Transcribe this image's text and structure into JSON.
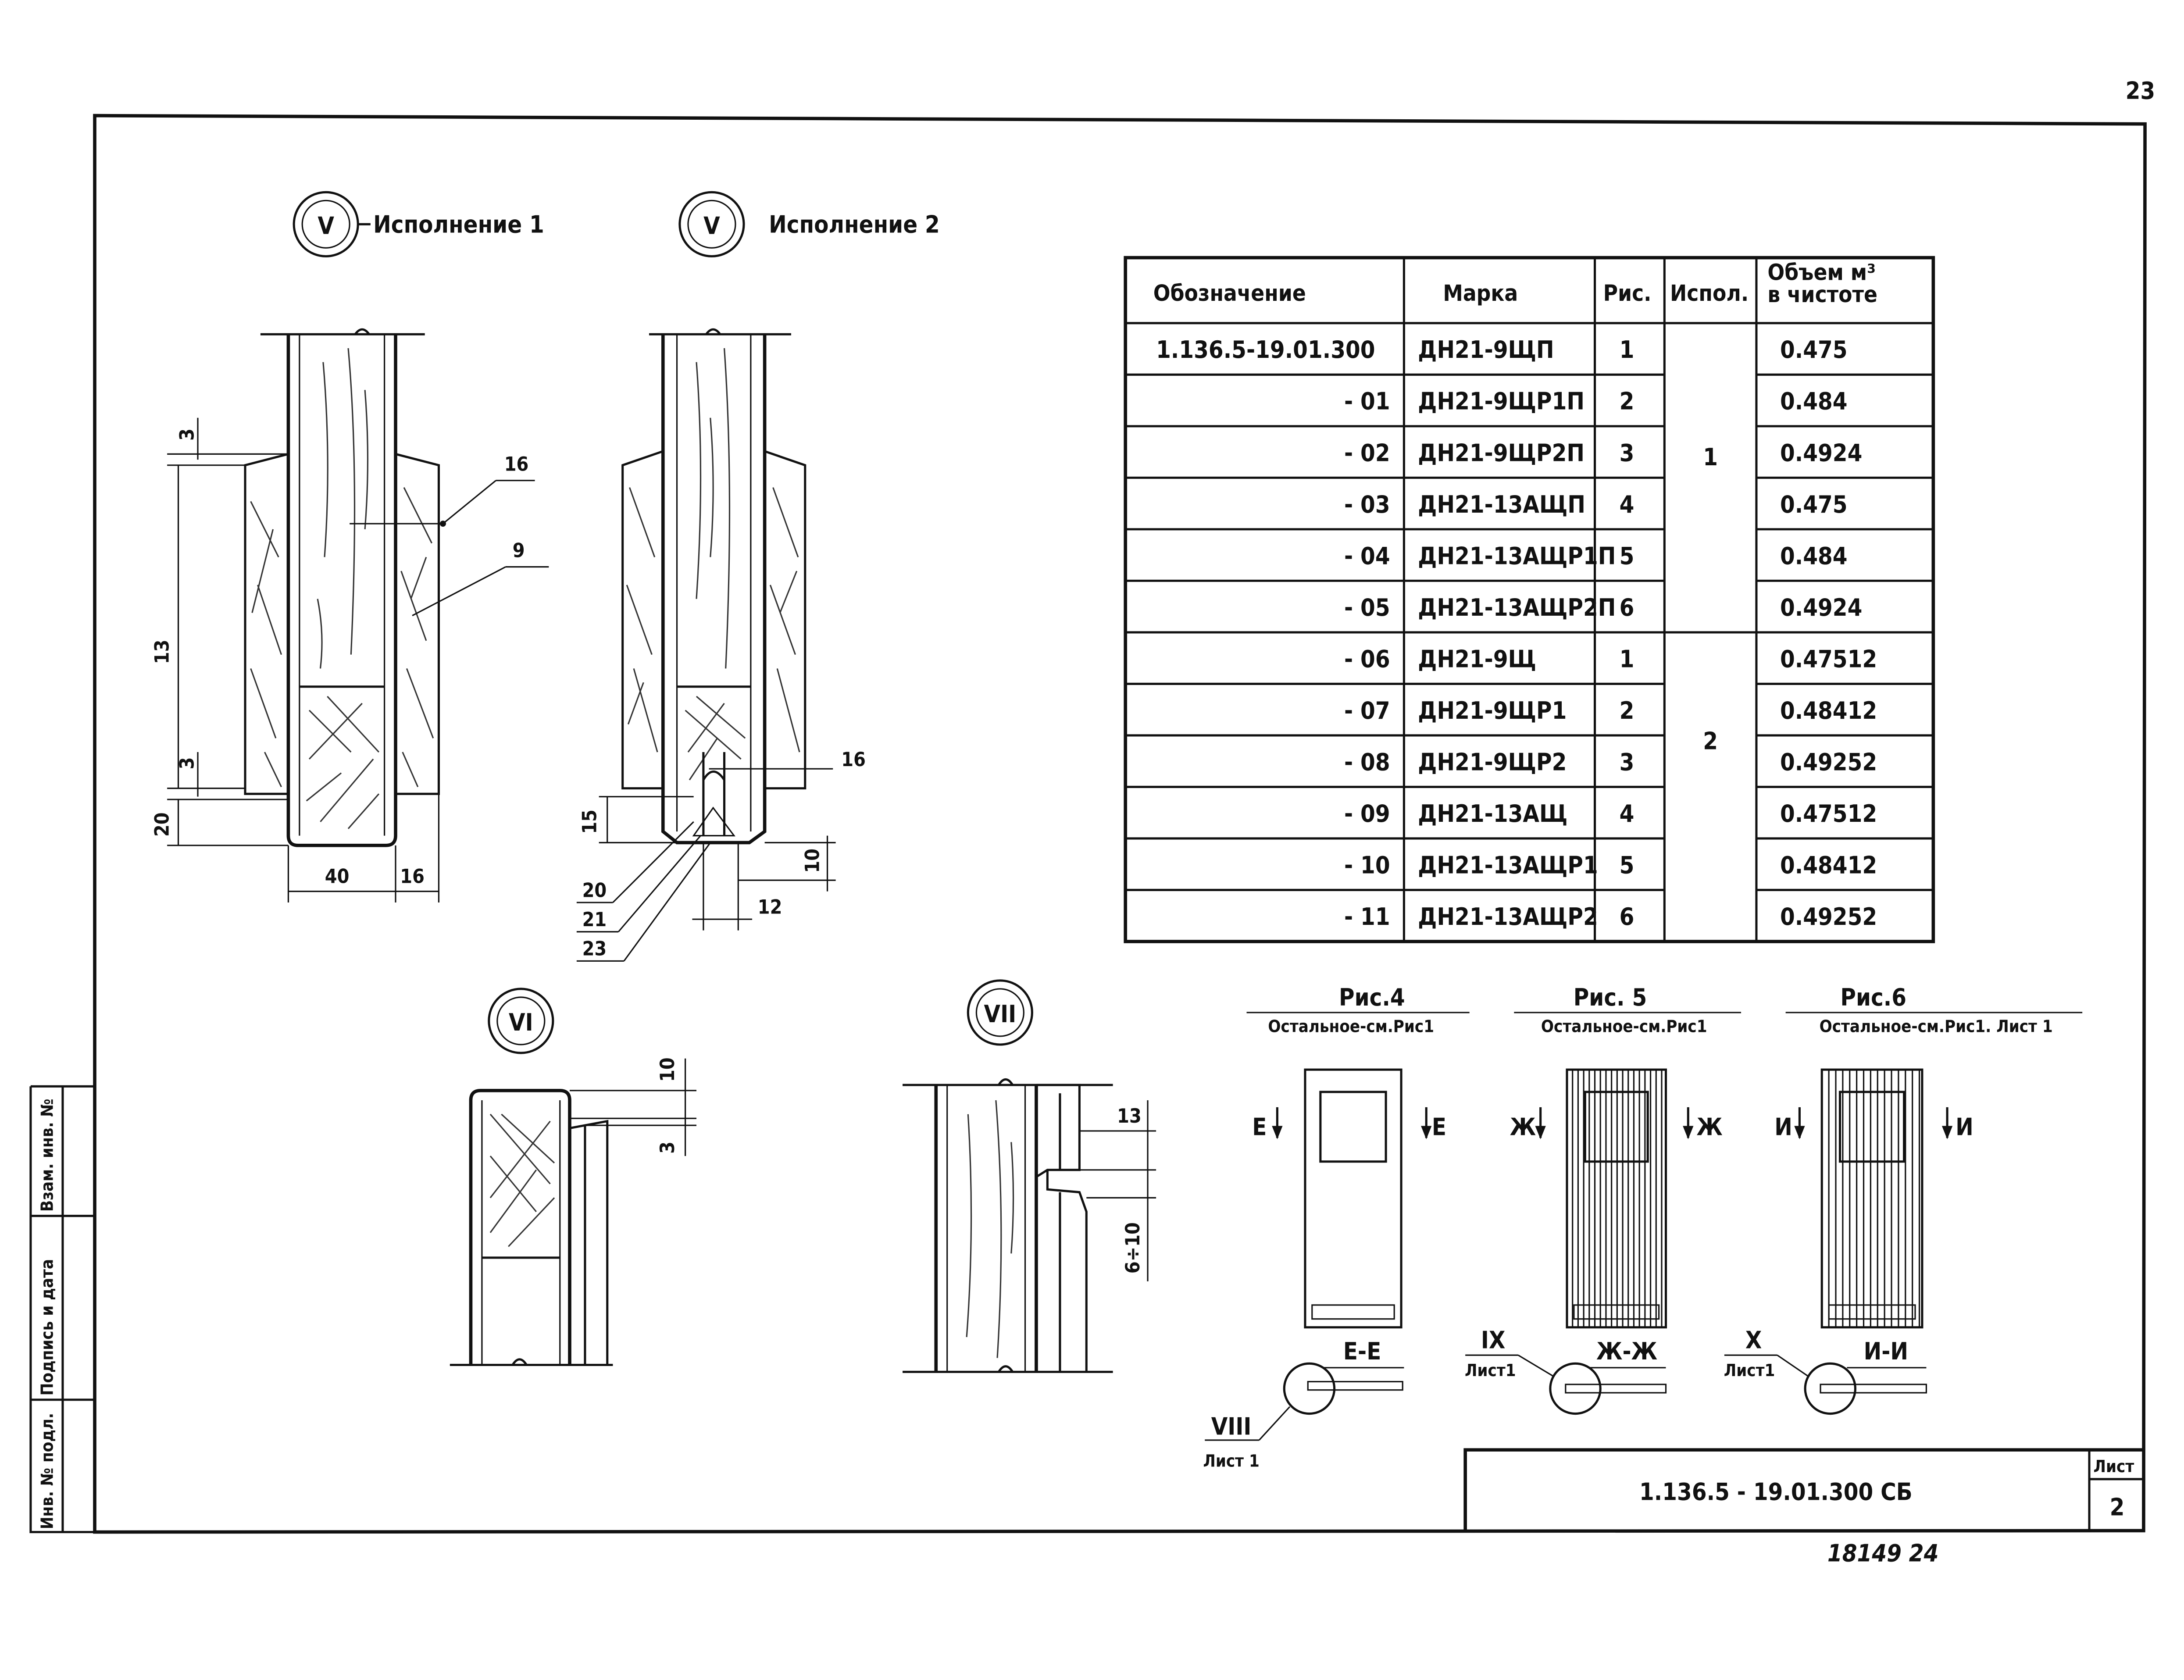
{
  "page_number": "23",
  "variant_labels": {
    "v1": {
      "roman": "V",
      "caption": "Исполнение 1"
    },
    "v2": {
      "roman": "V",
      "caption": "Исполнение 2"
    },
    "v3": {
      "roman": "VI"
    },
    "v4": {
      "roman": "VII"
    }
  },
  "table": {
    "headers": [
      "Обозначение",
      "Марка",
      "Рис.",
      "Испол.",
      "Объем м³",
      "в чистоте"
    ],
    "rows": [
      {
        "designation": "1.136.5-19.01.300",
        "mark": "ДН21-9ЩП",
        "fig": "1",
        "volume": "0.475"
      },
      {
        "designation": "- 01",
        "mark": "ДН21-9ЩР1П",
        "fig": "2",
        "volume": "0.484"
      },
      {
        "designation": "- 02",
        "mark": "ДН21-9ЩР2П",
        "fig": "3",
        "volume": "0.4924"
      },
      {
        "designation": "- 03",
        "mark": "ДН21-13АЩП",
        "fig": "4",
        "volume": "0.475"
      },
      {
        "designation": "- 04",
        "mark": "ДН21-13АЩР1П",
        "fig": "5",
        "volume": "0.484"
      },
      {
        "designation": "- 05",
        "mark": "ДН21-13АЩР2П",
        "fig": "6",
        "volume": "0.4924"
      },
      {
        "designation": "- 06",
        "mark": "ДН21-9Щ",
        "fig": "1",
        "volume": "0.47512"
      },
      {
        "designation": "- 07",
        "mark": "ДН21-9ЩР1",
        "fig": "2",
        "volume": "0.48412"
      },
      {
        "designation": "- 08",
        "mark": "ДН21-9ЩР2",
        "fig": "3",
        "volume": "0.49252"
      },
      {
        "designation": "- 09",
        "mark": "ДН21-13АЩ",
        "fig": "4",
        "volume": "0.47512"
      },
      {
        "designation": "- 10",
        "mark": "ДН21-13АЩР1",
        "fig": "5",
        "volume": "0.48412"
      },
      {
        "designation": "- 11",
        "mark": "ДН21-13АЩР2",
        "fig": "6",
        "volume": "0.49252"
      }
    ],
    "groups": [
      {
        "ispoln": "1"
      },
      {
        "ispoln": "2"
      }
    ]
  },
  "dims_v1": {
    "d3a": "3",
    "d13": "13",
    "d3b": "3",
    "d20": "20",
    "d40": "40",
    "d16": "16",
    "c16": "16",
    "c9": "9"
  },
  "dims_v2": {
    "d15": "15",
    "c16": "16",
    "d10": "10",
    "d12": "12",
    "c20": "20",
    "c21": "21",
    "c23": "23"
  },
  "dims_v3": {
    "d10": "10",
    "d3": "3"
  },
  "dims_v4": {
    "d13": "13",
    "d6": "6÷10"
  },
  "figures": [
    {
      "title": "Рис.4",
      "note": "Остальное-см.Рис1",
      "mark_l": "Е",
      "mark_r": "Е",
      "section": "Е-Е",
      "callout": "VIII",
      "sheet": "Лист 1"
    },
    {
      "title": "Рис. 5",
      "note": "Остальное-см.Рис1",
      "mark_l": "Ж",
      "mark_r": "Ж",
      "section": "Ж-Ж",
      "callout": "IX",
      "sheet": "Лист1"
    },
    {
      "title": "Рис.6",
      "note": "Остальное-см.Рис1. Лист 1",
      "mark_l": "И",
      "mark_r": "И",
      "section": "И-И",
      "callout": "X",
      "sheet": "Лист1"
    }
  ],
  "side_stamp": [
    "Инв. № подл.",
    "Подпись и дата",
    "Взам. инв. №"
  ],
  "title_block": {
    "code": "1.136.5 - 19.01.300 СБ",
    "sheet_label": "Лист",
    "sheet_no": "2"
  },
  "handwritten": "18149  24"
}
